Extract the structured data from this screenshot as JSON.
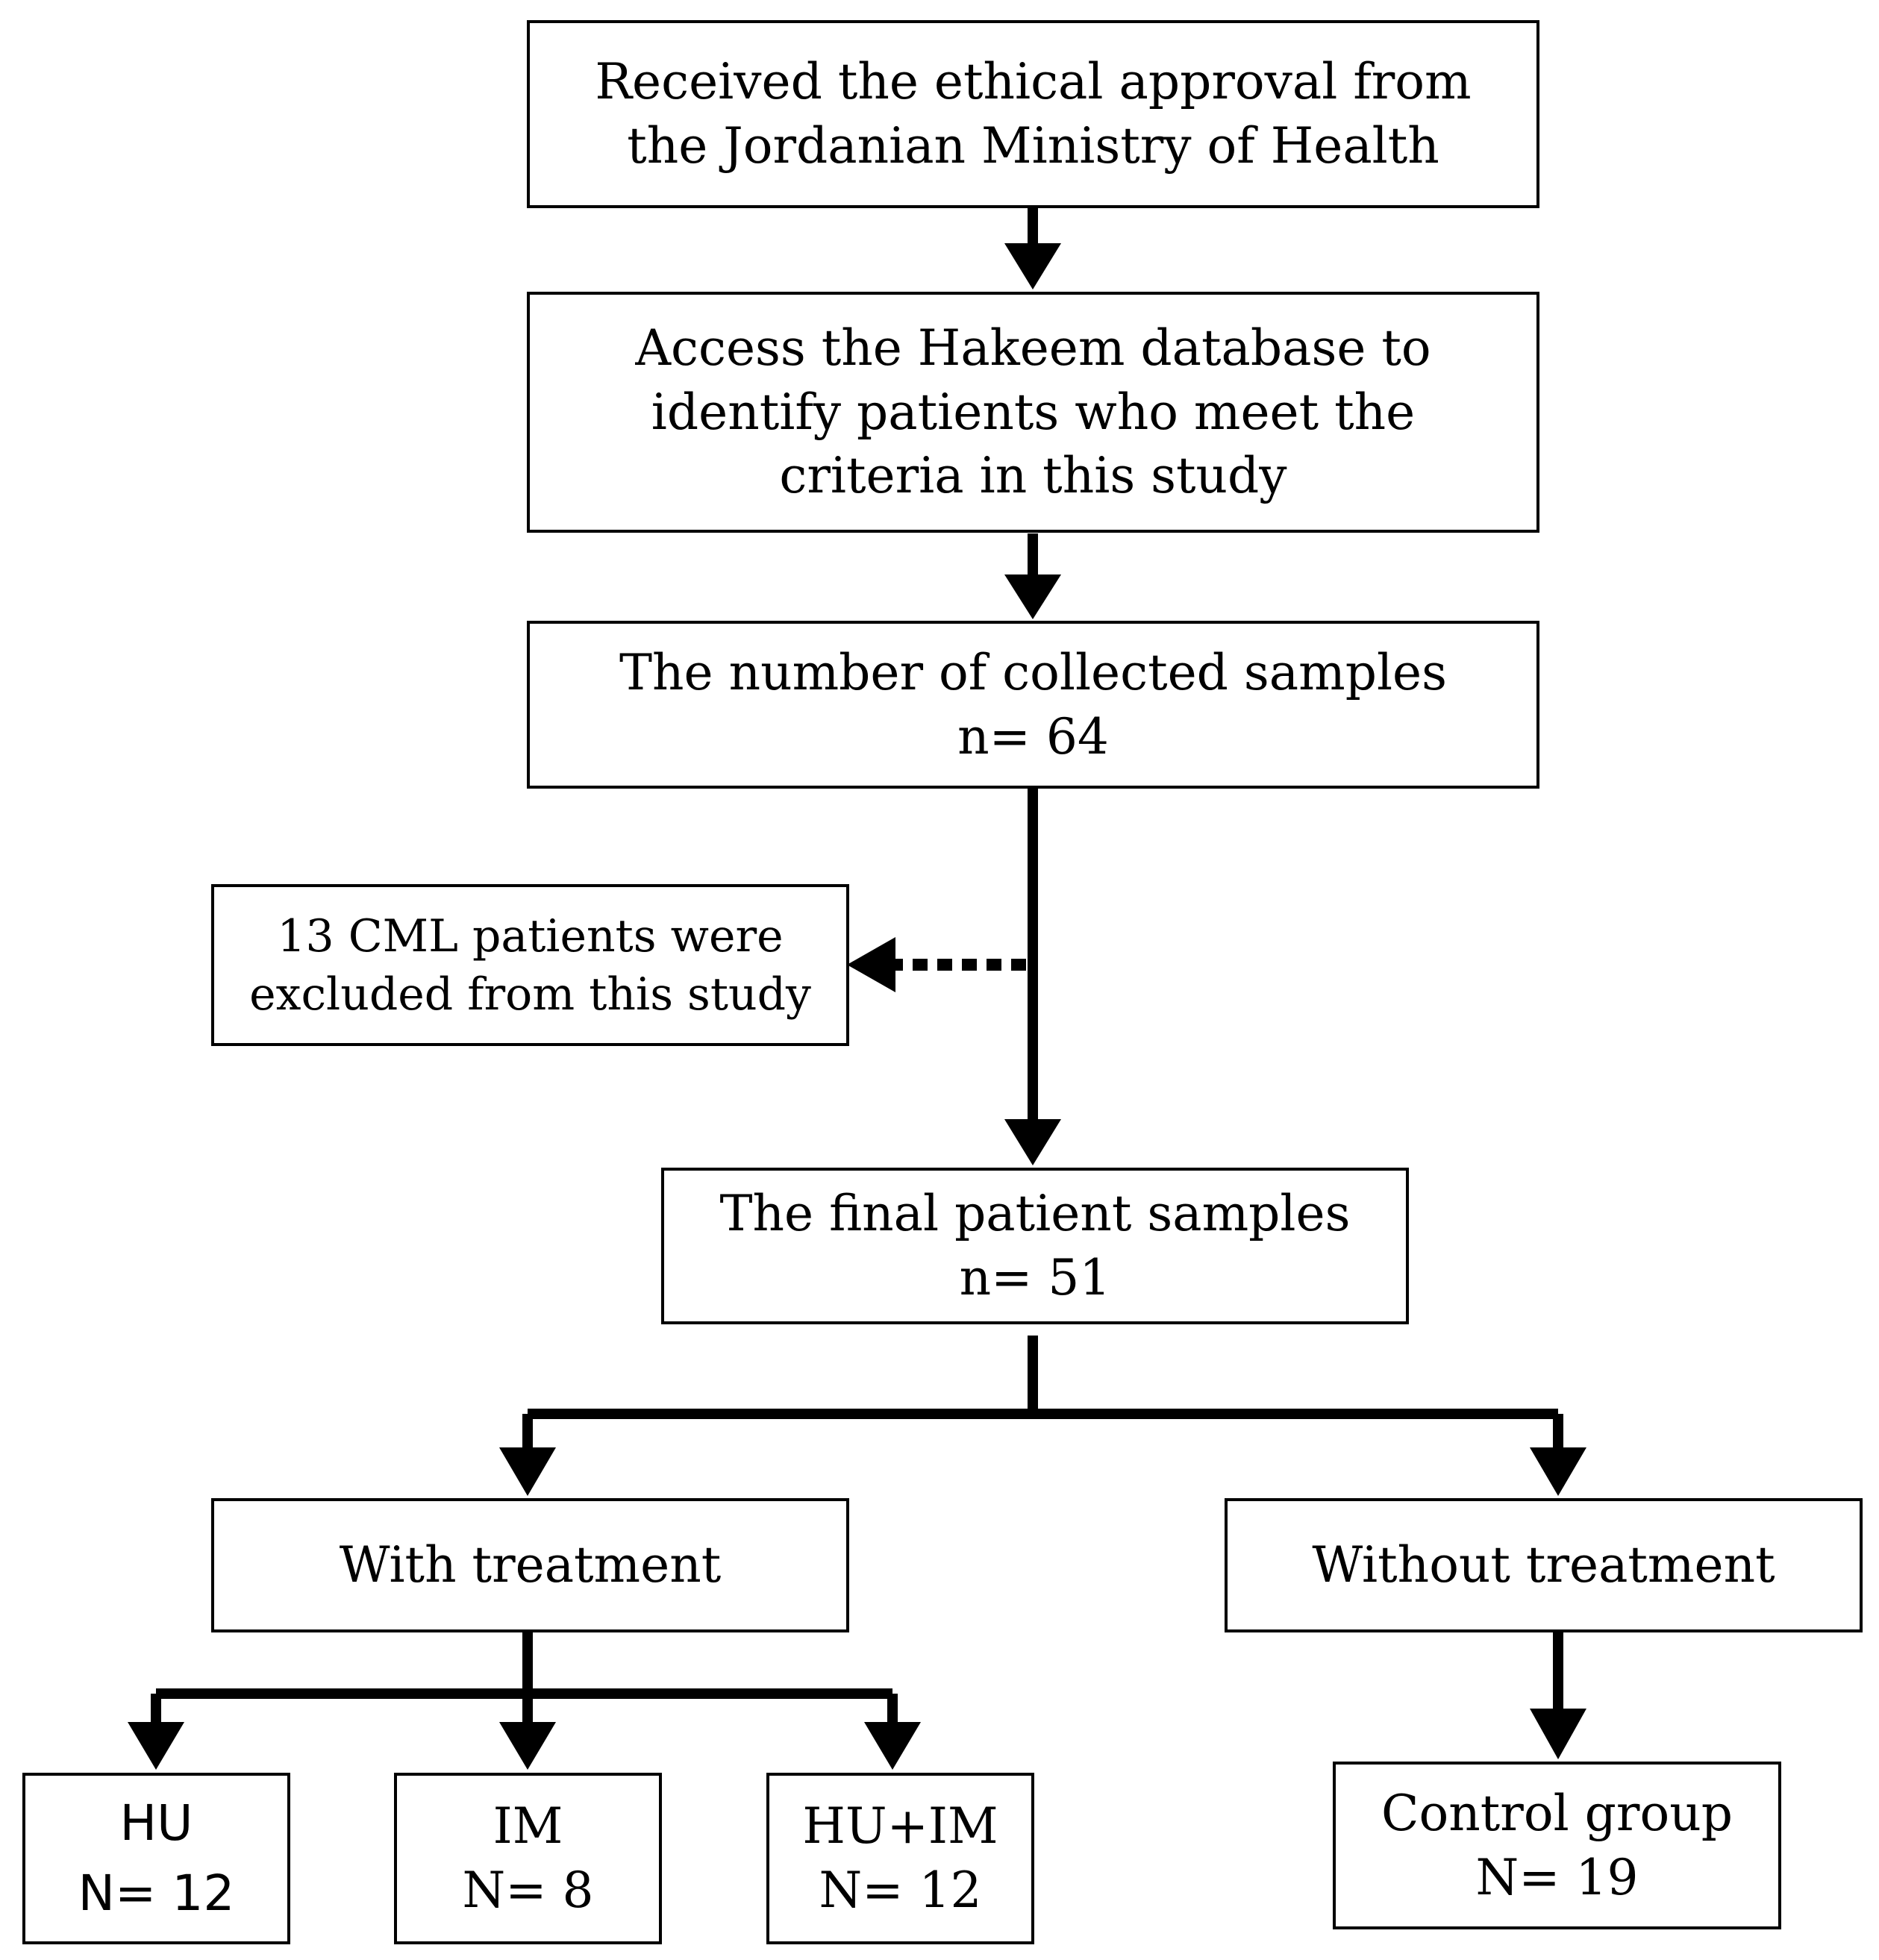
{
  "flowchart": {
    "approval": {
      "line1": "Received the ethical approval from",
      "line2": "the Jordanian Ministry of Health"
    },
    "access": {
      "line1": "Access the Hakeem database to",
      "line2": "identify patients who meet the",
      "line3": "criteria in this study"
    },
    "collected": {
      "line1": "The number of collected samples",
      "line2": "n= 64"
    },
    "excluded": {
      "line1": "13 CML patients were",
      "line2": "excluded from this study"
    },
    "final": {
      "line1": "The final patient samples",
      "line2": "n= 51"
    },
    "with_treatment": {
      "label": "With treatment"
    },
    "without_treatment": {
      "label": "Without treatment"
    },
    "hu": {
      "line1": "HU",
      "line2": "N= 12"
    },
    "im": {
      "line1": "IM",
      "line2": "N= 8"
    },
    "hu_im": {
      "line1": "HU+IM",
      "line2": "N= 12"
    },
    "control": {
      "line1": "Control group",
      "line2": "N= 19"
    }
  }
}
